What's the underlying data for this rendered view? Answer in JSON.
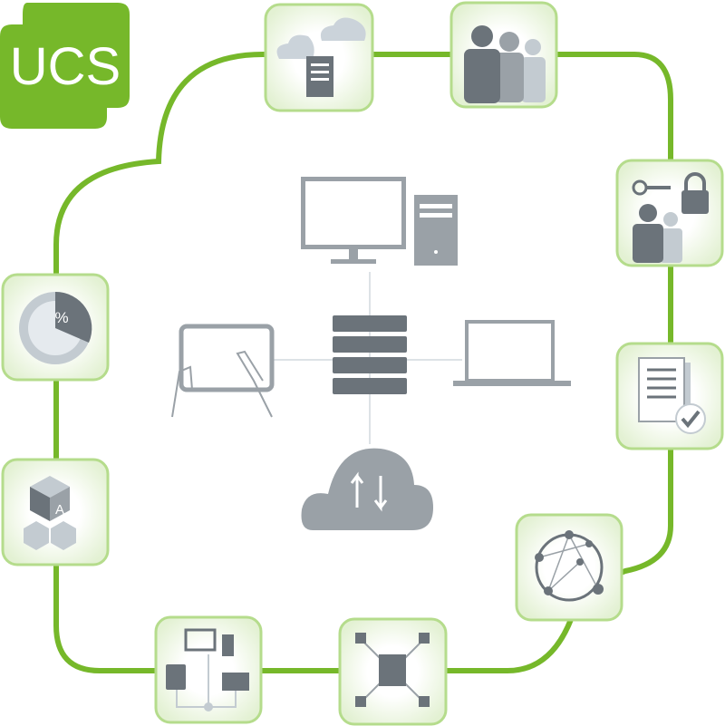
{
  "logo": {
    "text": "UCS",
    "color": "#76b82a"
  },
  "colors": {
    "ring": "#76b82a",
    "tile_border": "#b5dc8c",
    "icon_gray": "#6b737a"
  },
  "tiles": [
    {
      "name": "cloud-documents",
      "icon": "cloud-document-icon"
    },
    {
      "name": "users-groups",
      "icon": "users-icon"
    },
    {
      "name": "identity-access",
      "icon": "key-lock-users-icon"
    },
    {
      "name": "document-approval",
      "icon": "document-check-icon"
    },
    {
      "name": "network",
      "icon": "network-globe-icon"
    },
    {
      "name": "branch-offices",
      "icon": "building-network-icon"
    },
    {
      "name": "device-management",
      "icon": "devices-icon"
    },
    {
      "name": "app-center",
      "icon": "cube-app-icon",
      "label": "A"
    },
    {
      "name": "quota",
      "icon": "percent-chart-icon",
      "label": "%"
    }
  ],
  "center": [
    "monitor-icon",
    "tower-pc-icon",
    "server-rack-icon",
    "tablet-icon",
    "laptop-icon",
    "cloud-sync-icon"
  ]
}
